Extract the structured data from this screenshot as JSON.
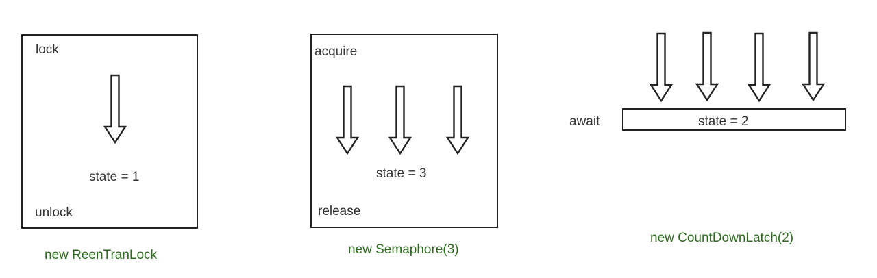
{
  "colors": {
    "caption": "#2e6b1f",
    "stroke": "#222222",
    "text": "#333333"
  },
  "reentrant_lock": {
    "top_label": "lock",
    "bottom_label": "unlock",
    "state_label": "state = 1",
    "caption": "new ReenTranLock",
    "arrow_icon": "down-arrow-icon"
  },
  "semaphore": {
    "top_label": "acquire",
    "bottom_label": "release",
    "state_label": "state = 3",
    "caption": "new Semaphore(3)",
    "arrow_icon": "down-arrow-icon"
  },
  "countdown_latch": {
    "side_label": "await",
    "state_label": "state = 2",
    "caption": "new CountDownLatch(2)",
    "arrow_icon": "down-arrow-icon"
  }
}
